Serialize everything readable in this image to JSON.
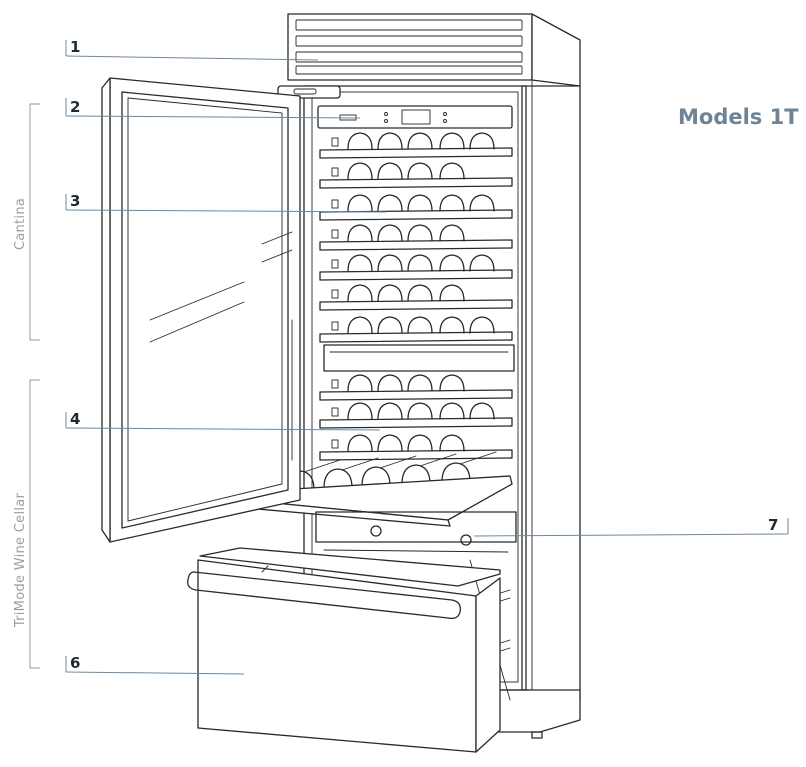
{
  "title": "Models 1T",
  "callouts": [
    "1",
    "2",
    "3",
    "4",
    "6",
    "7"
  ],
  "zones": {
    "cantina": "Cantina",
    "trimode": "TriMode Wine Cellar"
  },
  "colors": {
    "leader_line": "#6a8aa3",
    "title": "#6d8396",
    "zone_label": "#9a9ea3",
    "ink": "#2a2a2a"
  }
}
